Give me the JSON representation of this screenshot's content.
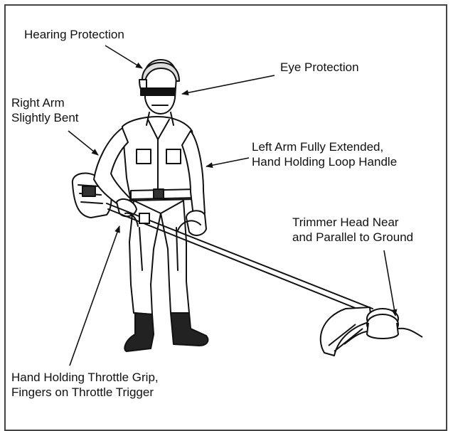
{
  "labels": {
    "hearing_protection": "Hearing Protection",
    "eye_protection": "Eye Protection",
    "right_arm_line1": "Right Arm",
    "right_arm_line2": "Slightly Bent",
    "left_arm_line1": "Left Arm Fully Extended,",
    "left_arm_line2": "Hand Holding Loop Handle",
    "trimmer_line1": "Trimmer Head Near",
    "trimmer_line2": "and Parallel to Ground",
    "throttle_line1": "Hand Holding Throttle Grip,",
    "throttle_line2": "Fingers on Throttle Trigger"
  },
  "colors": {
    "ink": "#111111",
    "frame": "#444444",
    "paper": "#ffffff"
  }
}
